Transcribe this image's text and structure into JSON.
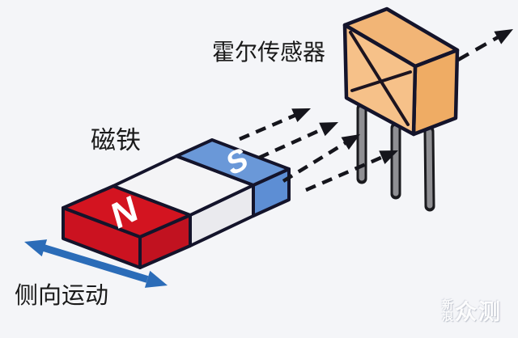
{
  "diagram": {
    "labels": {
      "sensor": "霍尔传感器",
      "magnet": "磁铁",
      "motion": "侧向运动"
    },
    "magnet": {
      "north_label": "N",
      "south_label": "S"
    },
    "colors": {
      "background": "#f4f5f8",
      "outline": "#14142b",
      "red_top": "#d31420",
      "red_front": "#c11220",
      "red_end": "#cb1220",
      "white_top": "#f4f4f6",
      "white_front": "#eaeaee",
      "blue_top": "#6a98d8",
      "blue_front": "#5585ce",
      "blue_end": "#5d8ed4",
      "orange_top": "#f2b576",
      "orange_front": "#f6c189",
      "orange_right": "#efac64",
      "leg_fill": "#8f8f93",
      "field_arrow": "#15151c",
      "motion_arrow": "#2b6cb8",
      "pole_text": "#ffffff"
    },
    "watermark": {
      "char1": "新",
      "char2": "浪",
      "main": "众测"
    }
  }
}
